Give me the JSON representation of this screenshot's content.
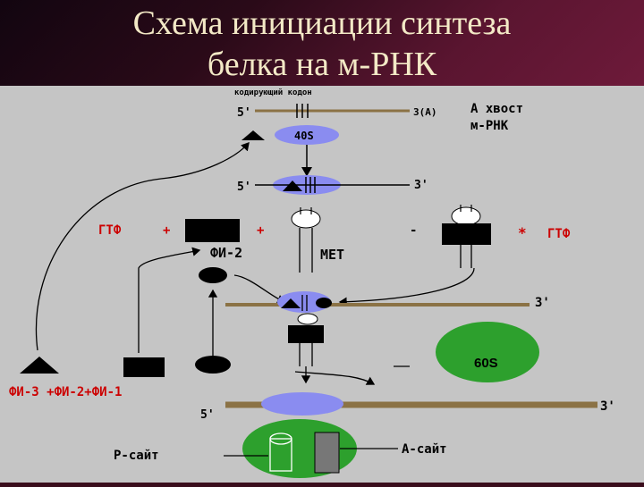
{
  "title": {
    "line1": "Схема инициации синтеза",
    "line2": "белка на м-РНК"
  },
  "labels": {
    "codon": "кодирующий кодон",
    "five_prime_top": "5'",
    "three_a": "3(A)",
    "tail_line1": "А хвост",
    "tail_line2": "м-РНК",
    "ribo_40s": "40S",
    "five_prime_mid": "5'",
    "three_prime_mid": "3'",
    "gtf_left": "ГТФ",
    "plus1": "+",
    "plus2": "+",
    "fi2": "ФИ-2",
    "met": "МЕТ",
    "minus": "-",
    "star": "*",
    "gtf_right": "ГТФ",
    "three_prime_low": "3'",
    "ribo_60s": "60S",
    "factors": "ФИ-3 +ФИ-2+ФИ-1",
    "five_prime_bottom": "5'",
    "three_prime_bottom": "3'",
    "p_site": "Р-сайт",
    "a_site": "А-сайт"
  },
  "colors": {
    "title_text": "#f3e9c6",
    "panel_bg": "#c5c5c5",
    "mrna": "#8b7245",
    "ribosome_small": "#8a8cf0",
    "ribosome_large": "#2da02d",
    "factor_labels": "#cc0000"
  }
}
